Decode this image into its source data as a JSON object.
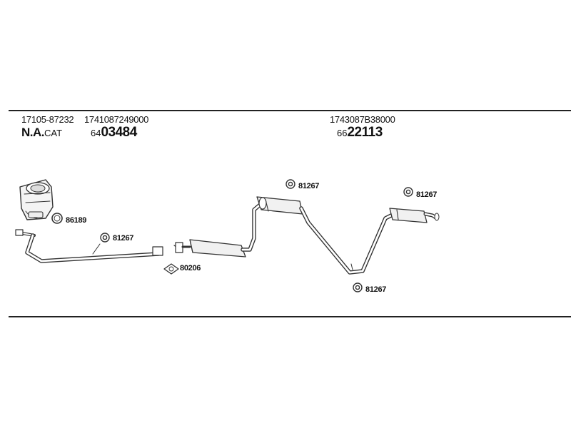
{
  "header": {
    "col1": {
      "code": "17105-87232",
      "ref_bold": "N.A.",
      "ref_suffix": "CAT"
    },
    "col2": {
      "code": "1741087249000",
      "ref_prefix": "64",
      "ref_bold": "03484"
    },
    "col3": {
      "code": "1743087B38000",
      "ref_prefix": "66",
      "ref_bold": "22113"
    }
  },
  "parts": {
    "gasket_upper": "86189",
    "hanger_front_pipe": "81267",
    "gasket_lower": "80206",
    "hanger_middle_top": "81267",
    "hanger_middle_bottom": "81267",
    "hanger_rear": "81267"
  }
}
